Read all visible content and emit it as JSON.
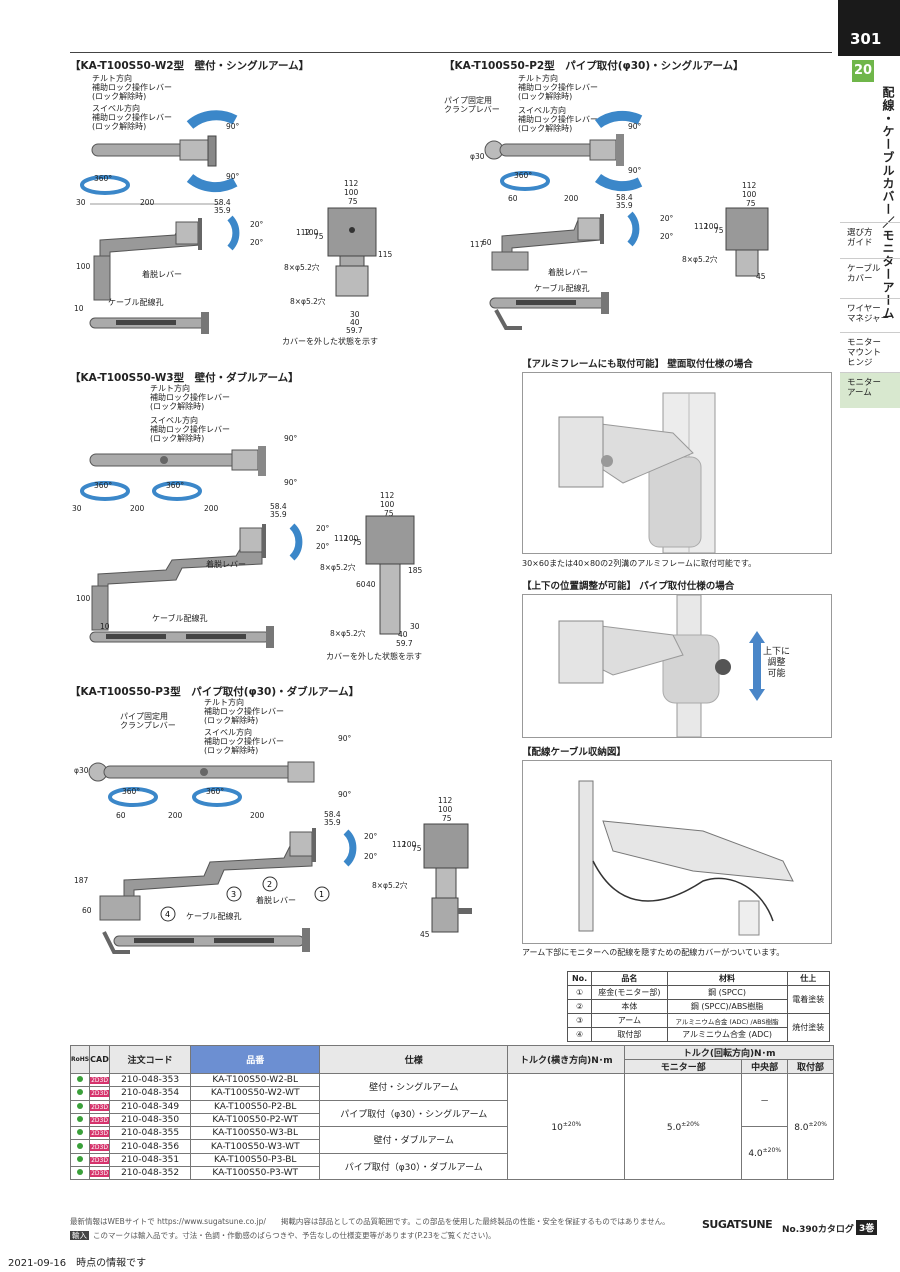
{
  "page": {
    "number": "301",
    "section_num": "20",
    "section_title": "配線・ケーブルカバー／モニターアーム"
  },
  "sidebar": {
    "items": [
      {
        "label": "選び方\nガイド"
      },
      {
        "label": "ケーブル\nカバー"
      },
      {
        "label": "ワイヤー\nマネジャー"
      },
      {
        "label": "モニター\nマウント\nヒンジ"
      },
      {
        "label": "モニター\nアーム"
      }
    ]
  },
  "sections": {
    "w2": {
      "title": "【KA-T100S50-W2型　壁付・シングルアーム】"
    },
    "p2": {
      "title": "【KA-T100S50-P2型　パイプ取付(φ30)・シングルアーム】"
    },
    "w3": {
      "title": "【KA-T100S50-W3型　壁付・ダブルアーム】"
    },
    "p3": {
      "title": "【KA-T100S50-P3型　パイプ取付(φ30)・ダブルアーム】"
    },
    "alu": {
      "title": "【アルミフレームにも取付可能】 壁面取付仕様の場合",
      "caption": "30×60または40×80の2列溝のアルミフレームに取付可能です。"
    },
    "updown": {
      "title": "【上下の位置調整が可能】 パイプ取付仕様の場合",
      "arrow_label": "上下に\n調整\n可能"
    },
    "cable": {
      "title": "【配線ケーブル収納図】",
      "caption": "アーム下部にモニターへの配線を隠すための配線カバーがついています。"
    }
  },
  "labels": {
    "tilt_lever": "チルト方向\n補助ロック操作レバー\n(ロック解除時)",
    "swivel_lever": "スイベル方向\n補助ロック操作レバー\n(ロック解除時)",
    "pipe_clamp": "パイプ固定用\nクランプレバー",
    "detach_lever": "着脱レバー",
    "cable_hole": "ケーブル配線孔",
    "cover_removed": "カバーを外した状態を示す",
    "hole": "8×φ5.2穴",
    "deg90": "90°",
    "deg20": "20°",
    "deg360": "360°",
    "phi30": "φ30"
  },
  "dims": {
    "d112": "112",
    "d100": "100",
    "d75": "75",
    "d200": "200",
    "d30": "30",
    "d60": "60",
    "d10": "10",
    "d584": "58.4",
    "d359": "35.9",
    "d115": "115",
    "d40": "40",
    "d597": "59.7",
    "d117": "117",
    "d45": "45",
    "d185": "185",
    "d187": "187"
  },
  "parts_table": {
    "headers": [
      "No.",
      "品名",
      "材料",
      "仕上"
    ],
    "rows": [
      [
        "①",
        "座金(モニター部)",
        "鋼 (SPCC)",
        "電着塗装"
      ],
      [
        "②",
        "本体",
        "鋼 (SPCC)/ABS樹脂",
        ""
      ],
      [
        "③",
        "アーム",
        "アルミニウム合金 (ADC) /ABS樹脂",
        "焼付塗装"
      ],
      [
        "④",
        "取付部",
        "アルミニウム合金 (ADC)",
        ""
      ]
    ]
  },
  "main_table": {
    "headers": {
      "rohs": "RoHS",
      "cad": "CAD",
      "order": "注文コード",
      "part": "品番",
      "spec": "仕様",
      "torque_h": "トルク(横き方向)N･m",
      "torque_r": "トルク(回転方向)N･m",
      "monitor": "モニター部",
      "center": "中央部",
      "mount": "取付部"
    },
    "cad_badge": "2D3D",
    "rows": [
      {
        "order": "210-048-353",
        "part": "KA-T100S50-W2-BL"
      },
      {
        "order": "210-048-354",
        "part": "KA-T100S50-W2-WT"
      },
      {
        "order": "210-048-349",
        "part": "KA-T100S50-P2-BL"
      },
      {
        "order": "210-048-350",
        "part": "KA-T100S50-P2-WT"
      },
      {
        "order": "210-048-355",
        "part": "KA-T100S50-W3-BL"
      },
      {
        "order": "210-048-356",
        "part": "KA-T100S50-W3-WT"
      },
      {
        "order": "210-048-351",
        "part": "KA-T100S50-P3-BL"
      },
      {
        "order": "210-048-352",
        "part": "KA-T100S50-P3-WT"
      }
    ],
    "specs": [
      "壁付・シングルアーム",
      "パイプ取付（φ30）・シングルアーム",
      "壁付・ダブルアーム",
      "パイプ取付（φ30）・ダブルアーム"
    ],
    "torque_h": "10",
    "torque_h_tol": "±20%",
    "torque_monitor": "5.0",
    "torque_monitor_tol": "±20%",
    "torque_center_single": "－",
    "torque_center_double": "4.0",
    "torque_center_tol": "±20%",
    "torque_mount": "8.0",
    "torque_mount_tol": "±20%"
  },
  "footer": {
    "line1": "最新情報はWEBサイトで https://www.sugatsune.co.jp/　　掲載内容は部品としての品質範囲です。この部品を使用した最終製品の性能・安全を保証するものではありません。",
    "line2": "このマークは輸入品です。寸法・色調・作動感のばらつきや、予告なしの仕様変更等があります(P.23をご覧ください)。",
    "import_badge": "輸入",
    "brand": "SUGATSUNE",
    "catalog": "No.390カタログ",
    "volume": "3巻",
    "date": "2021-09-16　時点の情報です"
  }
}
